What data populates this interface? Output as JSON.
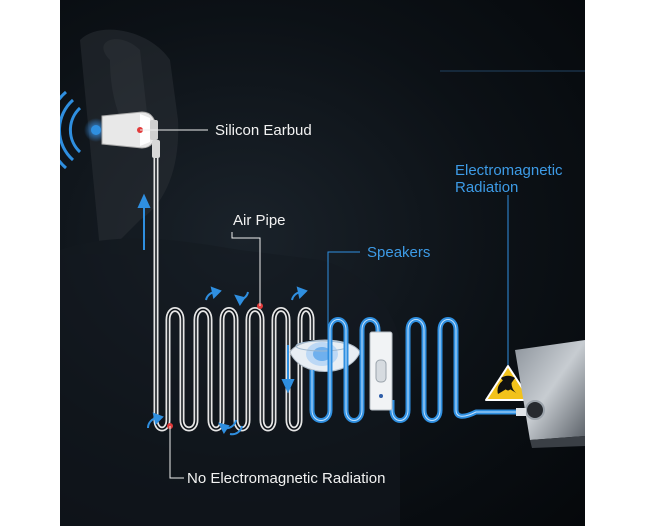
{
  "labels": {
    "silicon_earbud": "Silicon Earbud",
    "air_pipe": "Air Pipe",
    "speakers": "Speakers",
    "electromagnetic_radiation": "Electromagnetic\nRadiation",
    "no_electromagnetic_radiation": "No Electromagnetic Radiation"
  },
  "colors": {
    "background": "#0b1016",
    "label_white": "#f2f2f2",
    "label_blue": "#3d9be6",
    "air_tube": "#e6e6e6",
    "wire": "#2f8fe0",
    "arrow": "#2f8fe0",
    "marker": "#e23b3b",
    "hazard_yellow": "#f2c21b"
  },
  "icons": [
    "earbud-icon",
    "sound-wave-icon",
    "speaker-icon",
    "inline-control-icon",
    "radiation-hazard-icon",
    "phone-icon"
  ]
}
